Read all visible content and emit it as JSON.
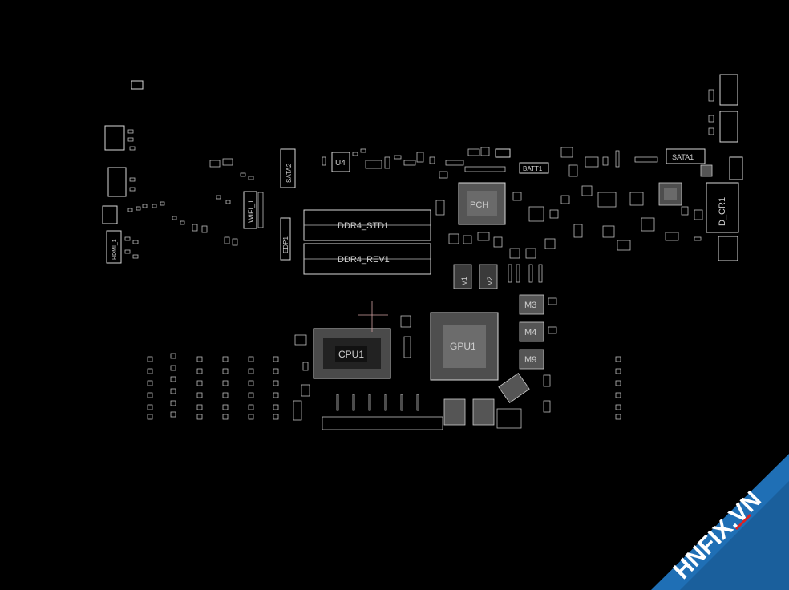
{
  "components": {
    "sata2": "SATA2",
    "u4": "U4",
    "batt1": "BATT1",
    "sata1": "SATA1",
    "pch": "PCH",
    "wifi": "WIFI_1",
    "edp": "EDP1",
    "ddr_std": "DDR4_STD1",
    "ddr_rev": "DDR4_REV1",
    "hdmi": "HDMI_1",
    "d_cr1": "D_CR1",
    "cpu": "CPU1",
    "gpu": "GPU1",
    "m3": "M3",
    "m4": "M4",
    "m9": "M9",
    "v1": "V1",
    "v2": "V2"
  },
  "watermark": "HNFIX.VN",
  "colors": {
    "background": "#000000",
    "outline": "#d8d8d8",
    "label": "#cfcfcf",
    "watermark_band": "#1f6fb5",
    "watermark_accent": "#e02020"
  }
}
